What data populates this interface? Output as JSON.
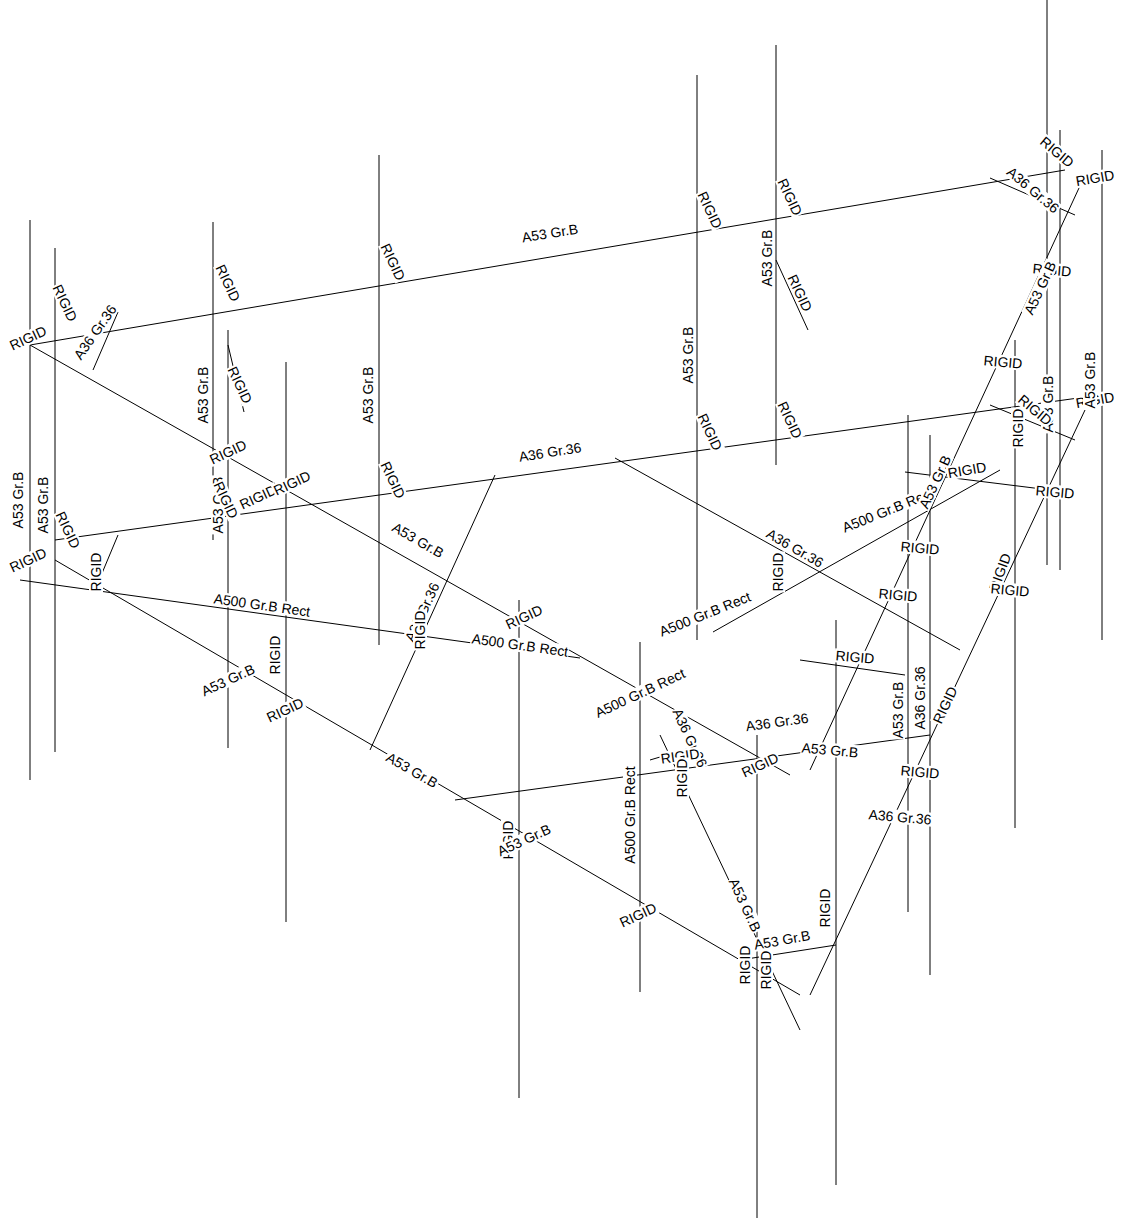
{
  "diagram": {
    "labels": [
      "A53 Gr.B",
      "RIGID",
      "RIGID",
      "RIGID",
      "RIGID",
      "A53 Gr.B",
      "RIGID",
      "RIGID",
      "RIGID",
      "A36 Gr.36",
      "RIGID",
      "A36 Gr.36",
      "RIGID",
      "A53 Gr.B",
      "RIGID",
      "A53 Gr.B",
      "A53 Gr.B",
      "RIGID",
      "RIGID",
      "RIGID",
      "RIGID",
      "A36 Gr.36",
      "A53 Gr.B",
      "A53 Gr.B",
      "RIGID",
      "RIGID",
      "RIGID",
      "A53 Gr.B",
      "RIGID",
      "RIGID",
      "RIGID",
      "A53 Gr.B",
      "A500 Gr.B Rect",
      "A36 Gr.36",
      "RIGID",
      "A500 Gr.B Rect",
      "RIGID",
      "A500 Gr.B Rect",
      "A36 Gr.36",
      "RIGID",
      "A500 Gr.B Rect",
      "A53 Gr.B",
      "RIGID",
      "RIGID",
      "RIGID",
      "RIGID",
      "RIGID",
      "RIGID",
      "A53 Gr.B",
      "RIGID",
      "A53 Gr.B",
      "RIGID",
      "RIGID",
      "A53 Gr.B",
      "RIGID",
      "RIGID",
      "RIGID",
      "A53 Gr.B",
      "RIGID",
      "RIGID",
      "A500 Gr.B Rect",
      "A36 Gr.36",
      "A36 Gr.36",
      "RIGID",
      "RIGID",
      "RIGID",
      "A53 Gr.B",
      "A53 Gr.B",
      "A36 Gr.36",
      "RIGID",
      "RIGID",
      "A36 Gr.36",
      "A53 Gr.B",
      "RIGID",
      "A53 Gr.B",
      "A500 Gr.B Rect",
      "A53 Gr.B",
      "RIGID",
      "RIGID",
      "A53 Gr.B",
      "RIGID",
      "RIGID"
    ]
  }
}
